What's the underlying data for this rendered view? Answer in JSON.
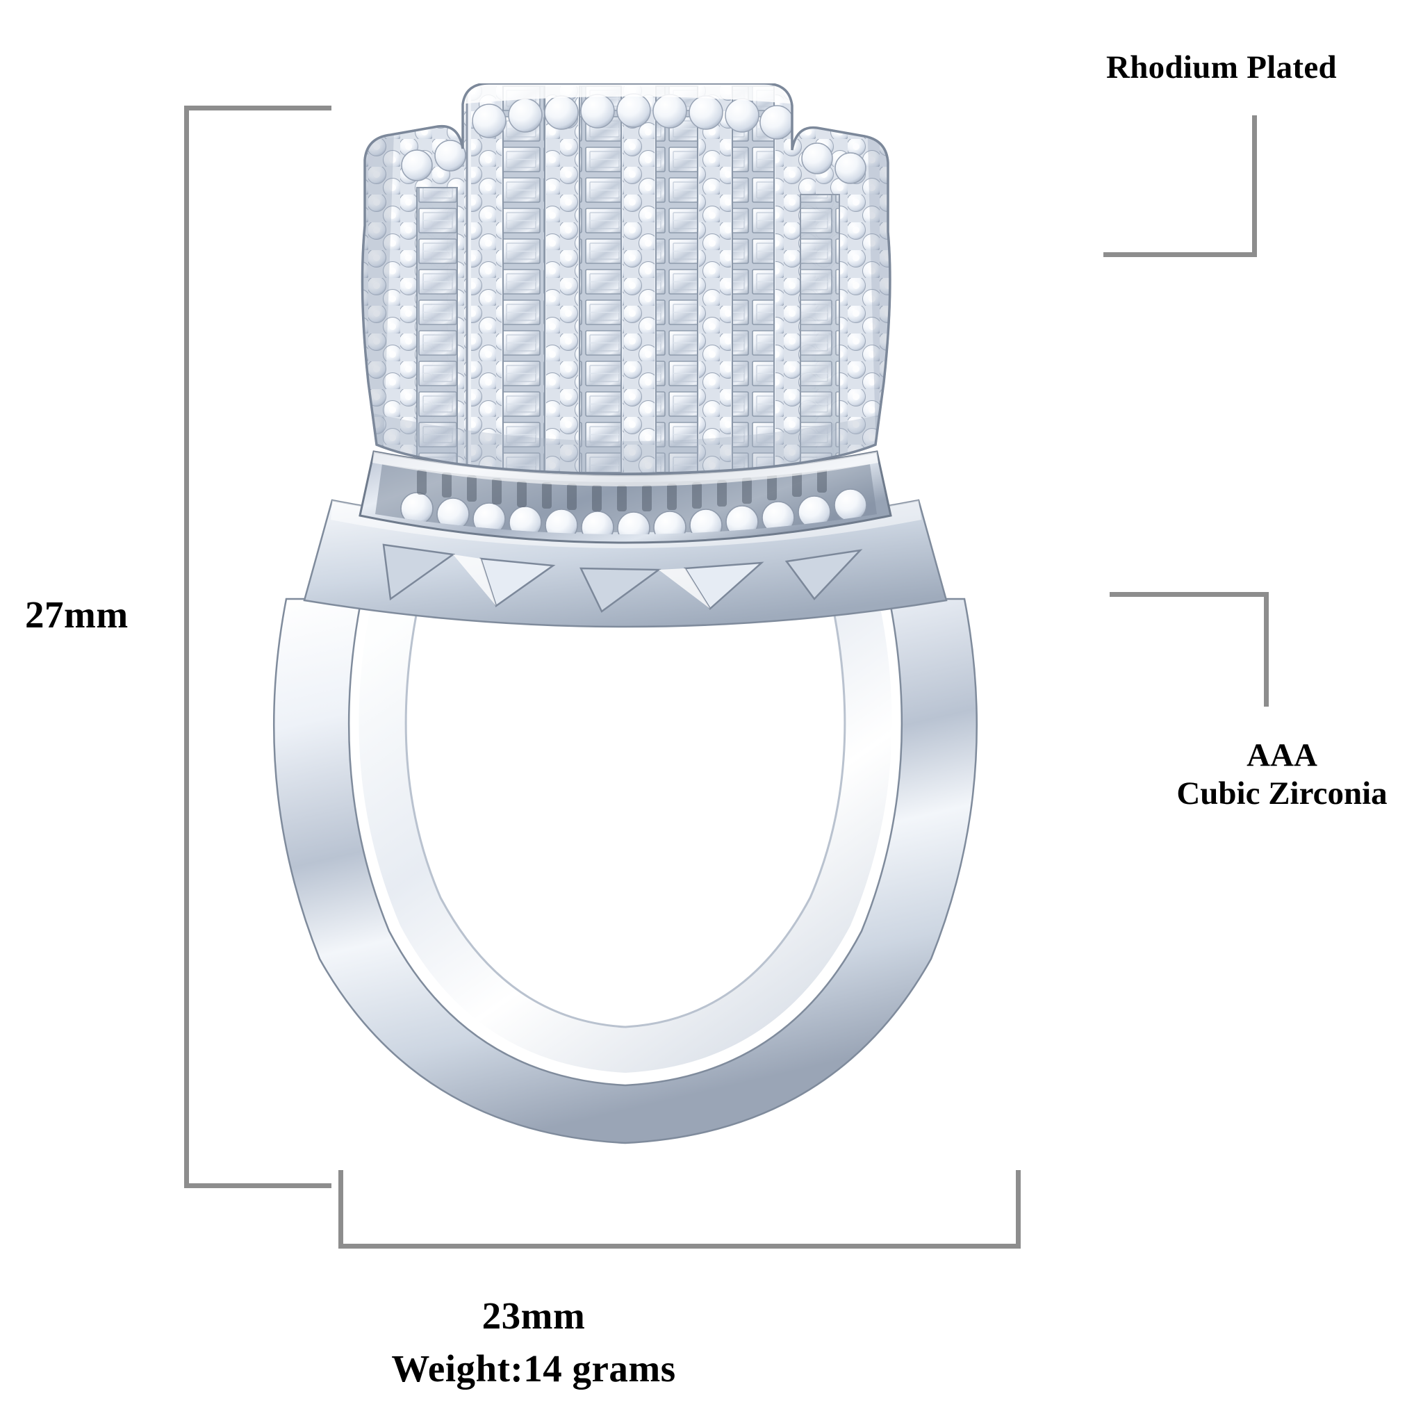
{
  "product": {
    "type": "mens-cubic-zirconia-statement-ring",
    "view": "three-quarter-front",
    "metal_finish": "rhodium plated white metal",
    "background_color": "#ffffff"
  },
  "annotations": {
    "rhodium": {
      "label": "Rhodium Plated",
      "leader_color": "#8d8d8d",
      "points_to": "ring-top-right-shoulder"
    },
    "cubic_zirconia": {
      "line1": "AAA",
      "line2": "Cubic Zirconia",
      "leader_color": "#8d8d8d",
      "points_to": "ring-right-side-pave"
    }
  },
  "dimensions": {
    "height_label": "27mm",
    "width_label": "23mm",
    "weight_label": "Weight:14 grams",
    "line_color": "#8d8d8d"
  },
  "stones": {
    "baguette_columns": 5,
    "pave_columns": 6,
    "accent_band_rounds": 13
  },
  "colors": {
    "text": "#000000",
    "rule": "#8d8d8d",
    "metal_light": "#ffffff",
    "metal_mid": "#d6dbe4",
    "metal_shadow": "#8d97a8",
    "metal_dark": "#5d6676",
    "stone_fill": "#f3f6fb",
    "stone_edge": "#9aa5b6"
  }
}
